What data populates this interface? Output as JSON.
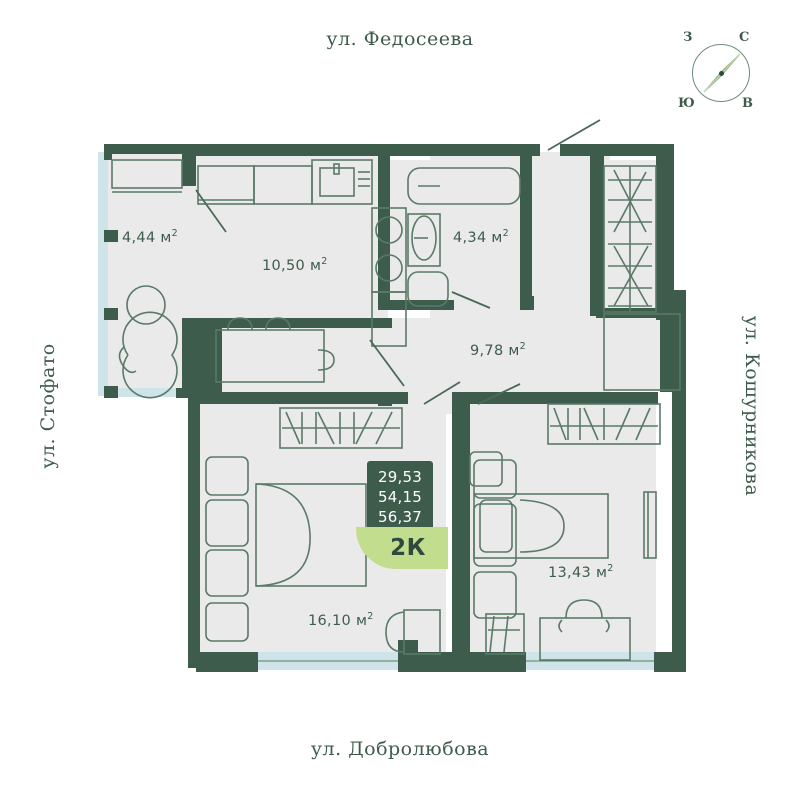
{
  "streets": {
    "top": "ул. Федосеева",
    "bottom": "ул. Добролюбова",
    "left": "ул. Стофато",
    "right": "ул. Кошурникова"
  },
  "compass": {
    "north": "С",
    "south": "Ю",
    "east": "В",
    "west": "З"
  },
  "badge": {
    "line1": "29,53",
    "line2": "54,15",
    "line3": "56,37",
    "rooms": "2К"
  },
  "rooms": [
    {
      "name": "balcony",
      "area": "4,44",
      "unit": "м",
      "sup": "2"
    },
    {
      "name": "kitchen",
      "area": "10,50",
      "unit": "м",
      "sup": "2"
    },
    {
      "name": "bathroom",
      "area": "4,34",
      "unit": "м",
      "sup": "2"
    },
    {
      "name": "hall",
      "area": "9,78",
      "unit": "м",
      "sup": "2"
    },
    {
      "name": "bedroom-left",
      "area": "16,10",
      "unit": "м",
      "sup": "2"
    },
    {
      "name": "bedroom-right",
      "area": "13,43",
      "unit": "м",
      "sup": "2"
    }
  ],
  "colors": {
    "wall": "#3e5c4c",
    "floor": "#eaeaea",
    "glazing": "#cfe4e8",
    "outline": "#5a7a68",
    "leaf": "#c3dd8f",
    "text": "#3e5c4c"
  }
}
